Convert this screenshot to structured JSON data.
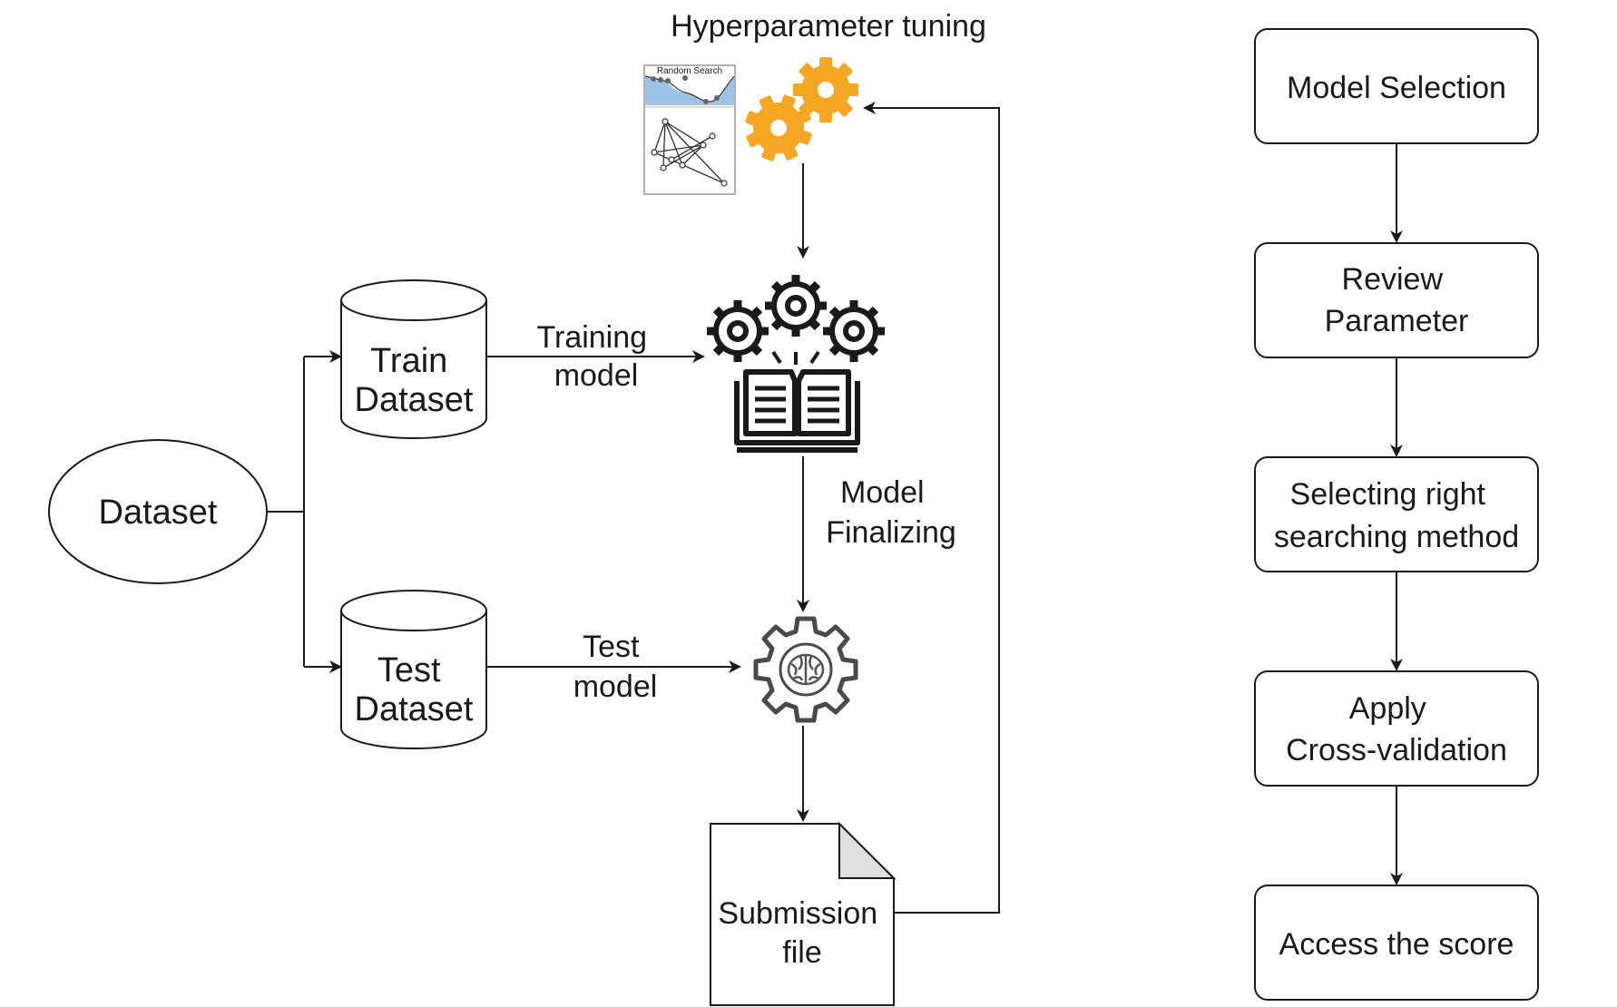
{
  "diagram": {
    "dataset": "Dataset",
    "train_dataset": [
      "Train",
      "Dataset"
    ],
    "test_dataset": [
      "Test",
      "Dataset"
    ],
    "training_model": [
      "Training",
      "model"
    ],
    "test_model": [
      "Test",
      "model"
    ],
    "model_finalizing": [
      "Model",
      "Finalizing"
    ],
    "hyperparameter_tuning": "Hyperparameter tuning",
    "random_search": "Random Search",
    "submission_file": [
      "Submission",
      "file"
    ]
  },
  "steps": [
    [
      "Model Selection"
    ],
    [
      "Review",
      "Parameter"
    ],
    [
      "Selecting right",
      "searching method"
    ],
    [
      "Apply",
      "Cross-validation"
    ],
    [
      "Access the score"
    ]
  ],
  "colors": {
    "stroke": "#1a1a1a",
    "gear_orange": "#f5a623",
    "plot_blue": "#9dc3e6",
    "page_fold": "#e0e0e0"
  }
}
